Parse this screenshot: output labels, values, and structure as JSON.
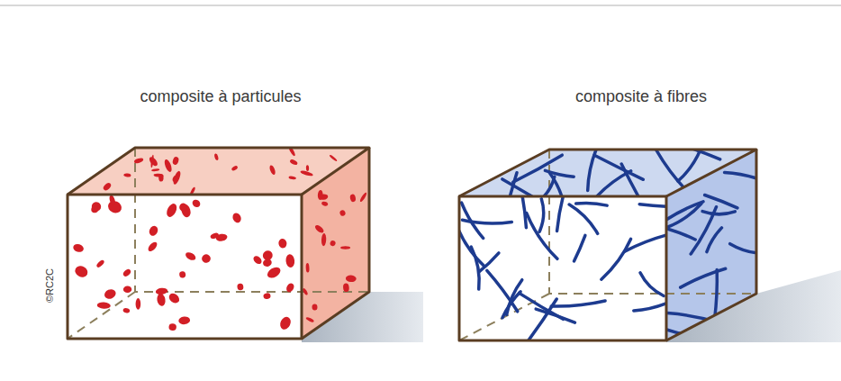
{
  "diagram": {
    "nodes": [
      {
        "text": [
          "composite à particules"
        ]
      },
      {
        "text": [
          "composite à fibres"
        ]
      }
    ],
    "labels": [
      "©RC2C"
    ]
  }
}
